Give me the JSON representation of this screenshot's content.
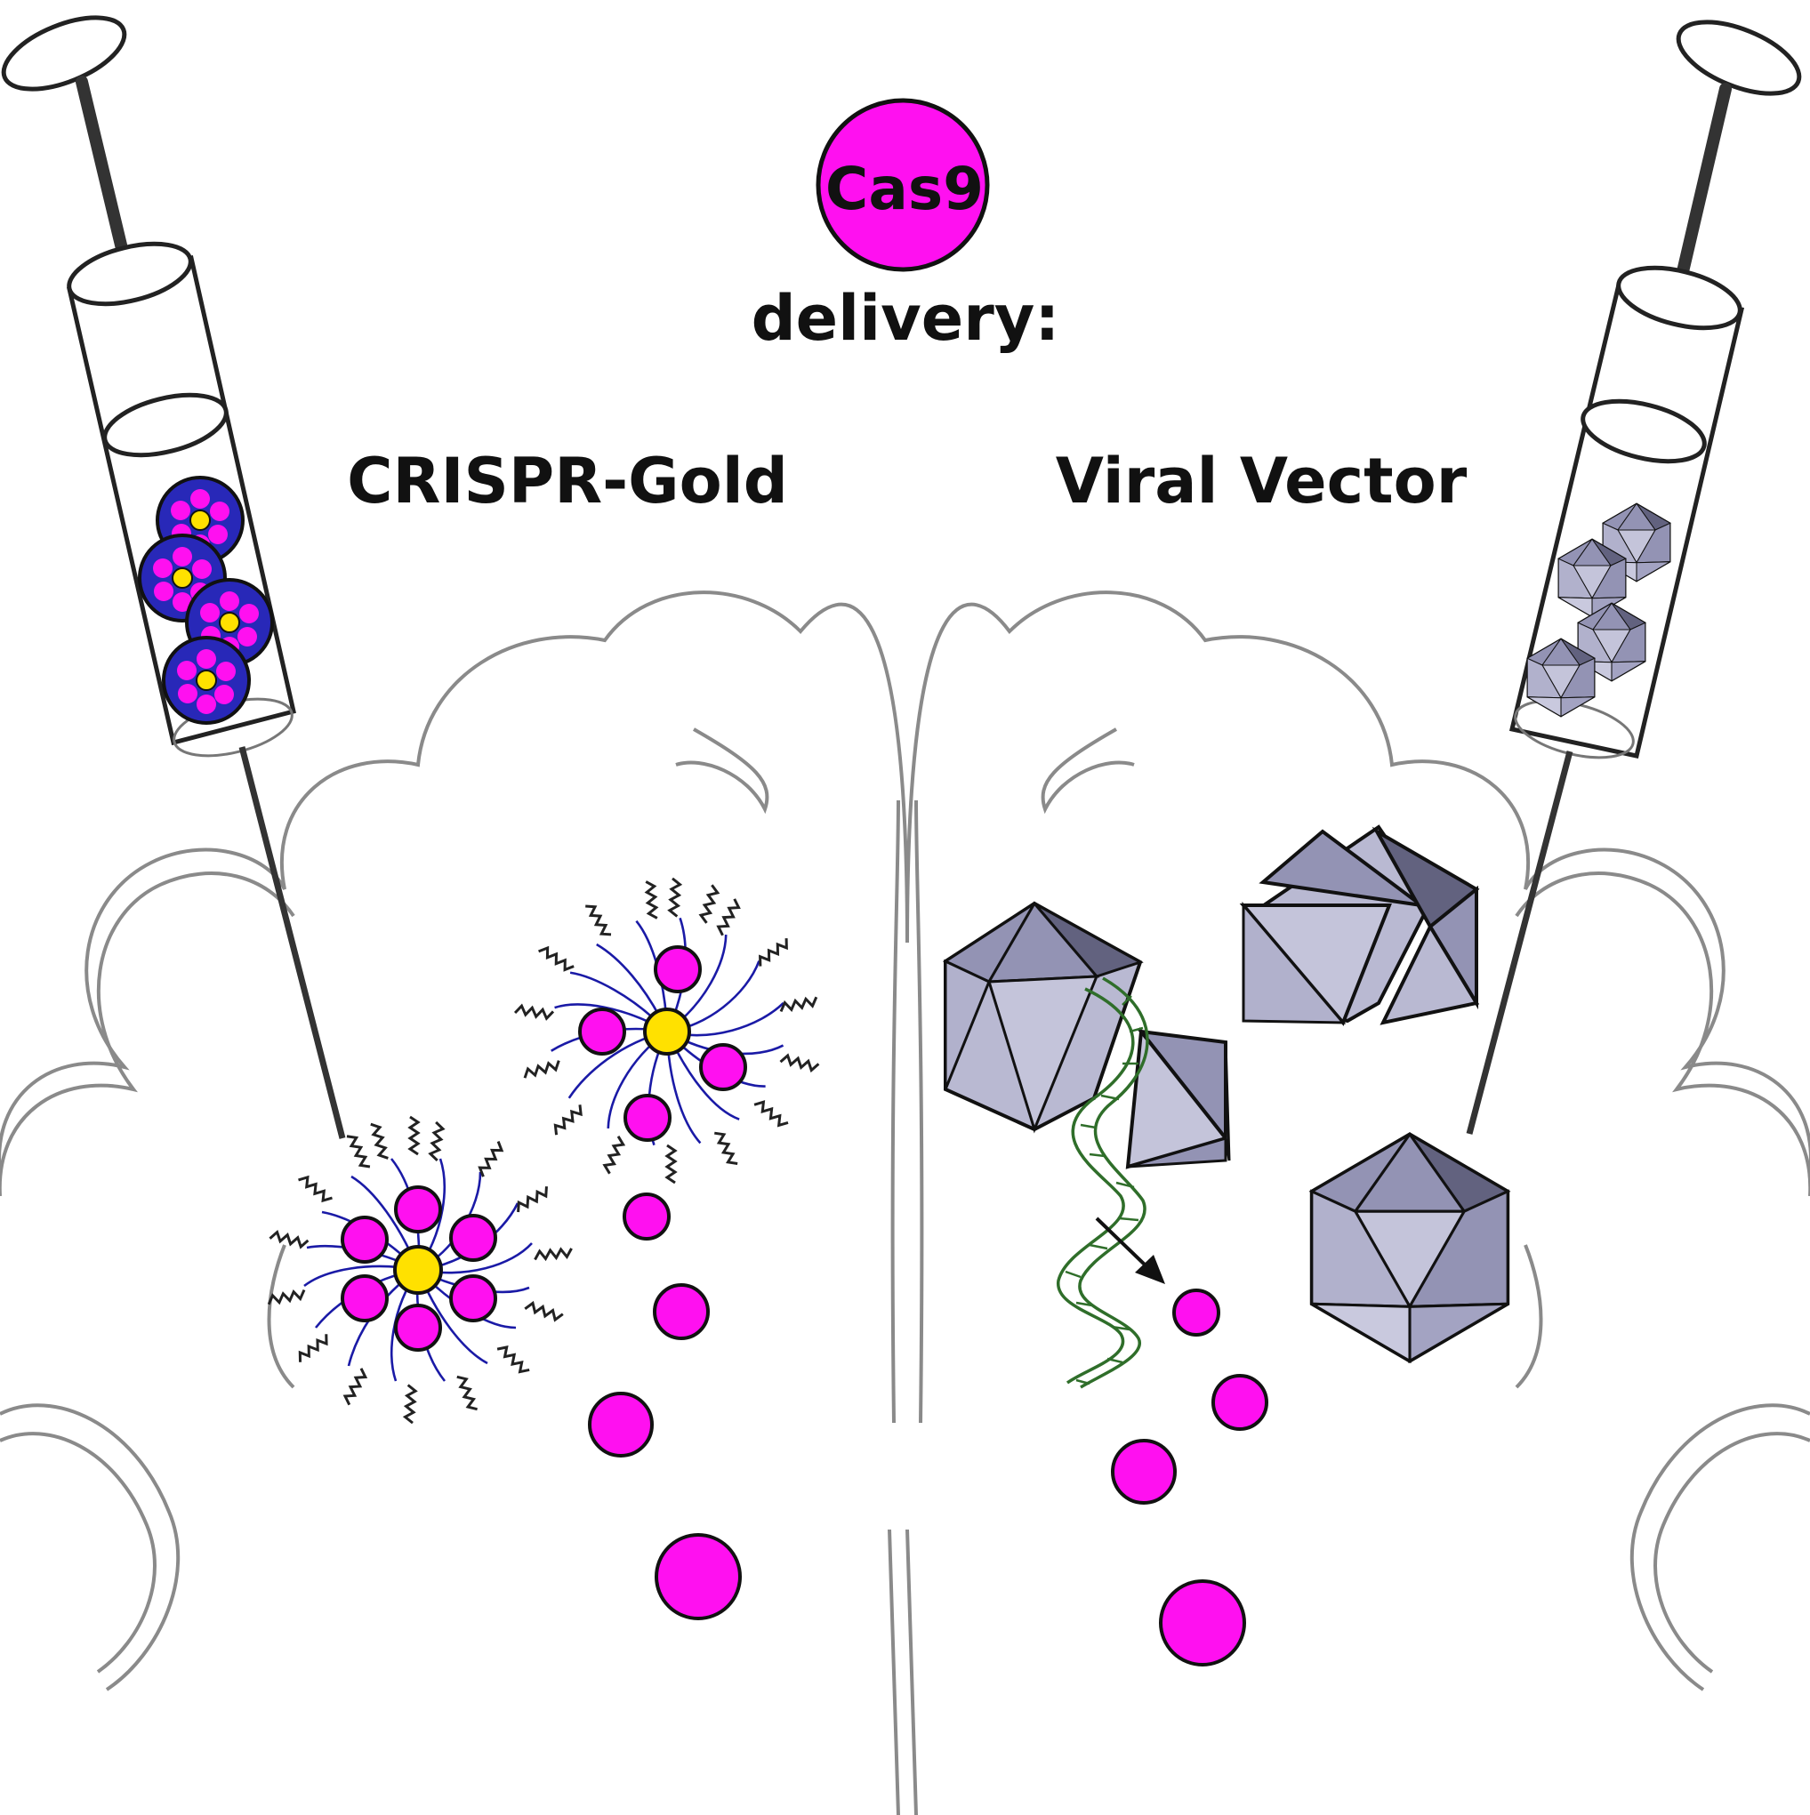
{
  "header": {
    "protein_label": "Cas9",
    "caption": "delivery:"
  },
  "methods": {
    "left_label": "CRISPR-Gold",
    "right_label": "Viral Vector"
  },
  "colors": {
    "cas9": "#ff10f0",
    "gold_core": "#ffe100",
    "polymer": "#1a1aa6",
    "nanoparticle_fill": "#2828b8",
    "virus_light": "#b9b9d2",
    "virus_mid": "#9393b4",
    "virus_dark": "#62627f",
    "dna": "#2f6e2a",
    "outline": "#222222",
    "brain_outline": "#8a8a8a"
  },
  "icons": [
    "syringe-icon",
    "nanoparticle-icon",
    "capsid-icon",
    "dna-helix-icon",
    "arrow-icon",
    "brain-outline-icon"
  ]
}
